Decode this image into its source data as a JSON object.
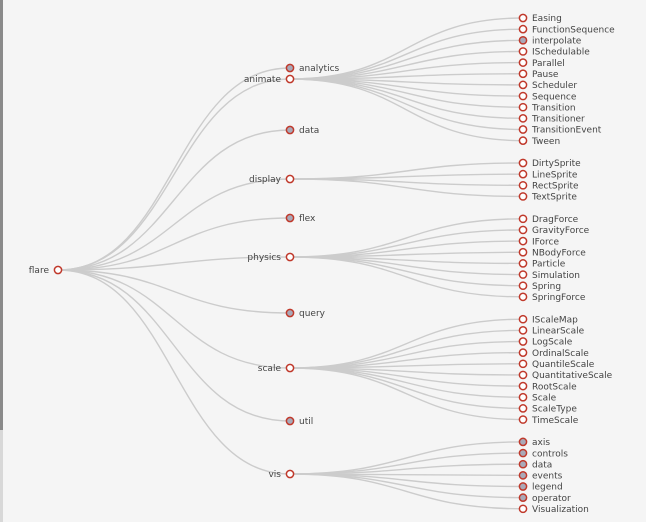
{
  "tree": {
    "name": "flare",
    "children": [
      {
        "name": "analytics",
        "collapsed": true
      },
      {
        "name": "animate",
        "children": [
          {
            "name": "Easing"
          },
          {
            "name": "FunctionSequence"
          },
          {
            "name": "interpolate",
            "collapsed": true
          },
          {
            "name": "ISchedulable"
          },
          {
            "name": "Parallel"
          },
          {
            "name": "Pause"
          },
          {
            "name": "Scheduler"
          },
          {
            "name": "Sequence"
          },
          {
            "name": "Transition"
          },
          {
            "name": "Transitioner"
          },
          {
            "name": "TransitionEvent"
          },
          {
            "name": "Tween"
          }
        ]
      },
      {
        "name": "data",
        "collapsed": true
      },
      {
        "name": "display",
        "children": [
          {
            "name": "DirtySprite"
          },
          {
            "name": "LineSprite"
          },
          {
            "name": "RectSprite"
          },
          {
            "name": "TextSprite"
          }
        ]
      },
      {
        "name": "flex",
        "collapsed": true
      },
      {
        "name": "physics",
        "children": [
          {
            "name": "DragForce"
          },
          {
            "name": "GravityForce"
          },
          {
            "name": "IForce"
          },
          {
            "name": "NBodyForce"
          },
          {
            "name": "Particle"
          },
          {
            "name": "Simulation"
          },
          {
            "name": "Spring"
          },
          {
            "name": "SpringForce"
          }
        ]
      },
      {
        "name": "query",
        "collapsed": true
      },
      {
        "name": "scale",
        "children": [
          {
            "name": "IScaleMap"
          },
          {
            "name": "LinearScale"
          },
          {
            "name": "LogScale"
          },
          {
            "name": "OrdinalScale"
          },
          {
            "name": "QuantileScale"
          },
          {
            "name": "QuantitativeScale"
          },
          {
            "name": "RootScale"
          },
          {
            "name": "Scale"
          },
          {
            "name": "ScaleType"
          },
          {
            "name": "TimeScale"
          }
        ]
      },
      {
        "name": "util",
        "collapsed": true
      },
      {
        "name": "vis",
        "children": [
          {
            "name": "axis",
            "collapsed": true
          },
          {
            "name": "controls",
            "collapsed": true
          },
          {
            "name": "data",
            "collapsed": true
          },
          {
            "name": "events",
            "collapsed": true
          },
          {
            "name": "legend",
            "collapsed": true
          },
          {
            "name": "operator",
            "collapsed": true
          },
          {
            "name": "Visualization"
          }
        ]
      }
    ]
  },
  "colors": {
    "background": "#f5f5f5",
    "link": "#cccccc",
    "node_stroke": "#c0392b",
    "node_fill_leaf": "#ffffff",
    "node_fill_collapsed": "#a9a9b8",
    "label": "#444444"
  }
}
